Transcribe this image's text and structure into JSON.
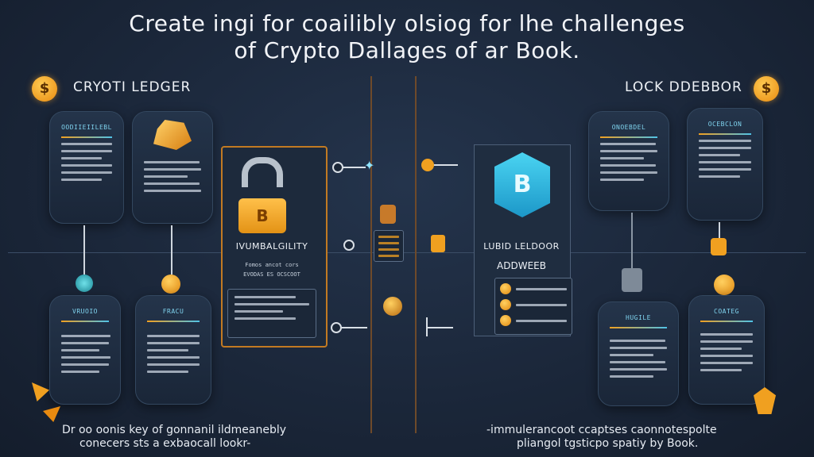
{
  "title": {
    "line1": "Create ingi for coailibly olsiog for lhe challenges",
    "line2": "of Crypto Dallages of ar Book."
  },
  "left_header": {
    "label": "CRYOTI LEDGER",
    "coin_symbol": "$"
  },
  "right_header": {
    "label": "LOCK DDEBBOR",
    "coin_symbol": "$"
  },
  "center_left": {
    "lock_symbol": "B",
    "heading": "IVUMBALGILITY",
    "sub1": "Fomos ancot cors",
    "sub2": "EVODAS ES OCSCOOT"
  },
  "center_right": {
    "shield_symbol": "B",
    "heading": "LUBID LELDOOR",
    "sub": "ADDWEEB"
  },
  "left_cards": {
    "top_title": "OODIIEIILEBL",
    "bottom_titles": [
      "VRUOIO",
      "FRACU"
    ]
  },
  "right_cards": {
    "top_titles": [
      "ONOEBDEL",
      "OCEBCLON"
    ],
    "bottom_titles": [
      "HUGILE",
      "COATEG"
    ]
  },
  "captions": {
    "left_line1": "Dr oo oonis key of gonnanil ildmeanebly",
    "left_line2": "conecers sts a exbaocall lookr-",
    "right_line1": "-immulerancoot ccaptses caonnotespolte",
    "right_line2": "pliangol tgsticpo spatiy by Book."
  },
  "colors": {
    "background": "#1b273a",
    "accent_orange": "#f0a020",
    "accent_cyan": "#4fc3e8"
  },
  "icons": [
    "coin-icon",
    "padlock-icon",
    "shield-icon",
    "gold-nugget-icon",
    "key-icon",
    "chain-icon",
    "document-icon"
  ]
}
